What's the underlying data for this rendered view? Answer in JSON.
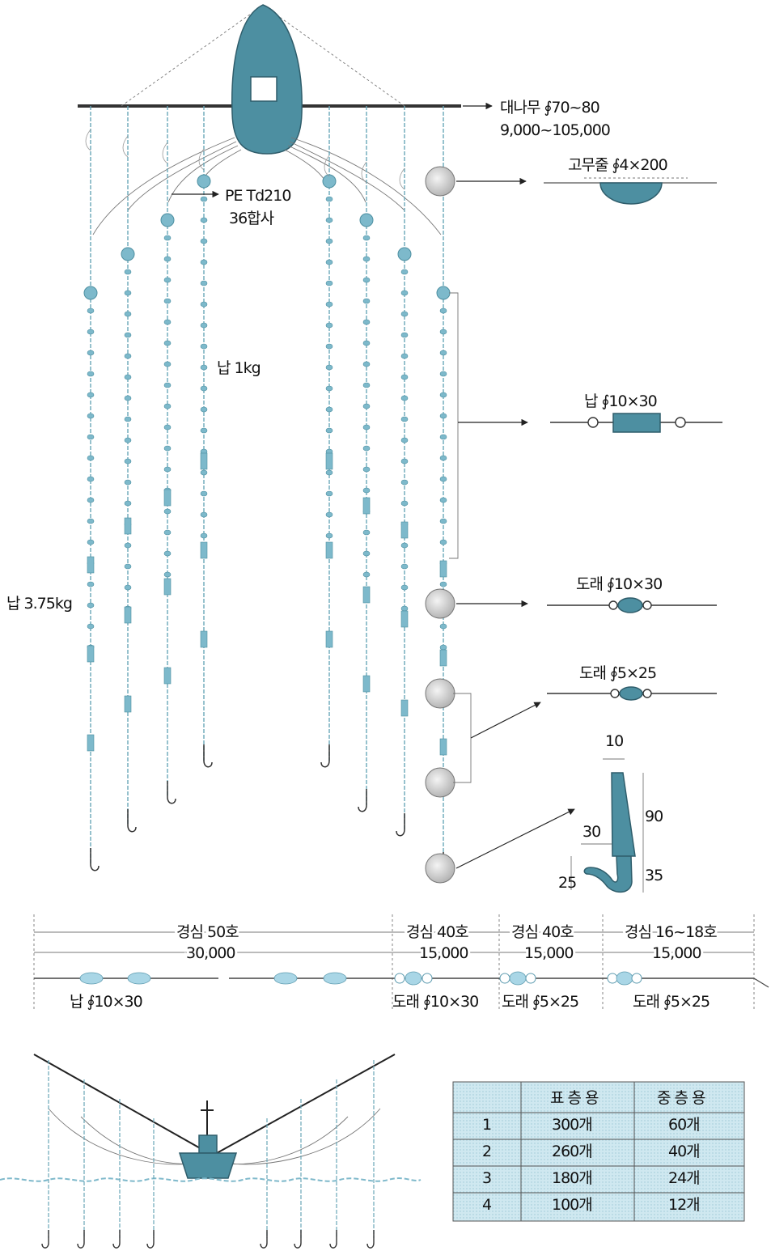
{
  "labels": {
    "bamboo": "대나무 ∮70~80",
    "bamboo_len": "9,000~105,000",
    "rubber": "고무줄 ∮4×200",
    "pe_line": "PE Td210",
    "pe_ply": "36합사",
    "lead_1kg": "납 1kg",
    "lead_375": "납 3.75kg",
    "lead_sinker": "납 ∮10×30",
    "swivel_10": "도래 ∮10×30",
    "swivel_5": "도래 ∮5×25",
    "hook_w": "10",
    "hook_h": "90",
    "hook_shank": "30",
    "hook_bend": "35",
    "hook_gap": "25"
  },
  "bottom_line": {
    "segments": [
      {
        "name": "경심 50호",
        "length": "30,000"
      },
      {
        "name": "경심 40호",
        "length": "15,000"
      },
      {
        "name": "경심 40호",
        "length": "15,000"
      },
      {
        "name": "경심 16~18호",
        "length": "15,000"
      }
    ],
    "parts": [
      "납 ∮10×30",
      "도래 ∮10×30",
      "도래 ∮5×25",
      "도래 ∮5×25"
    ]
  },
  "table": {
    "headers": [
      "",
      "표 층 용",
      "중 층 용"
    ],
    "rows": [
      [
        "1",
        "300개",
        "60개"
      ],
      [
        "2",
        "260개",
        "40개"
      ],
      [
        "3",
        "180개",
        "24개"
      ],
      [
        "4",
        "100개",
        "12개"
      ]
    ]
  },
  "colors": {
    "accent": "#4d8fa1",
    "light": "#a9d6e6",
    "table_bg": "#cfe8f0"
  }
}
